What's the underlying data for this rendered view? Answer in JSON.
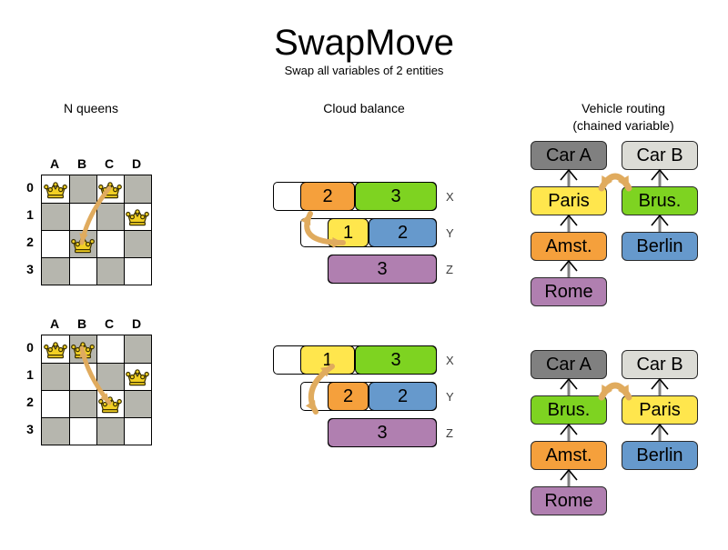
{
  "header": {
    "title": "SwapMove",
    "subtitle": "Swap all variables of 2 entities"
  },
  "columns": {
    "nqueens_heading": "N queens",
    "cloud_heading": "Cloud balance",
    "vrp_heading_line1": "Vehicle routing",
    "vrp_heading_line2": "(chained variable)"
  },
  "colors": {
    "arrow": "#e0ab5e",
    "board_dark": "#b6b6ae",
    "board_light": "#ffffff",
    "queen_fill": "#f2d024",
    "orange": "#f5a03c",
    "green": "#7ed321",
    "yellow": "#ffe64d",
    "blue": "#6699cc",
    "purple": "#b07fb0",
    "car_a": "#808080",
    "car_b": "#dcdcd6"
  },
  "nqueens": {
    "files": [
      "A",
      "B",
      "C",
      "D"
    ],
    "ranks": [
      "0",
      "1",
      "2",
      "3"
    ],
    "before": {
      "queens": [
        {
          "file": "A",
          "rank": "0"
        },
        {
          "file": "C",
          "rank": "0"
        },
        {
          "file": "D",
          "rank": "1"
        },
        {
          "file": "B",
          "rank": "2"
        }
      ],
      "move": {
        "from": "C0",
        "to": "B2",
        "direction": "one-way"
      }
    },
    "after": {
      "queens": [
        {
          "file": "A",
          "rank": "0"
        },
        {
          "file": "B",
          "rank": "0"
        },
        {
          "file": "D",
          "rank": "1"
        },
        {
          "file": "C",
          "rank": "2"
        }
      ],
      "move": {
        "from": "B0",
        "to": "C2",
        "direction": "two-way"
      }
    }
  },
  "cloud": {
    "before": {
      "rows": [
        {
          "label": "X",
          "segments": [
            {
              "value": "2",
              "color": "#f5a03c"
            },
            {
              "value": "3",
              "color": "#7ed321"
            }
          ]
        },
        {
          "label": "Y",
          "segments": [
            {
              "value": "1",
              "color": "#ffe64d"
            },
            {
              "value": "2",
              "color": "#6699cc"
            }
          ]
        },
        {
          "label": "Z",
          "segments": [
            {
              "value": "3",
              "color": "#b07fb0"
            }
          ]
        }
      ]
    },
    "after": {
      "rows": [
        {
          "label": "X",
          "segments": [
            {
              "value": "1",
              "color": "#ffe64d"
            },
            {
              "value": "3",
              "color": "#7ed321"
            }
          ]
        },
        {
          "label": "Y",
          "segments": [
            {
              "value": "2",
              "color": "#f5a03c"
            },
            {
              "value": "2",
              "color": "#6699cc"
            }
          ]
        },
        {
          "label": "Z",
          "segments": [
            {
              "value": "3",
              "color": "#b07fb0"
            }
          ]
        }
      ]
    }
  },
  "vrp": {
    "before": {
      "left_chain": [
        "Car A",
        "Paris",
        "Amst.",
        "Rome"
      ],
      "right_chain": [
        "Car B",
        "Brus.",
        "Berlin"
      ],
      "left_colors": [
        "#808080",
        "#ffe64d",
        "#f5a03c",
        "#b07fb0"
      ],
      "right_colors": [
        "#dcdcd6",
        "#7ed321",
        "#6699cc"
      ],
      "swap_between": [
        "Paris",
        "Brus."
      ]
    },
    "after": {
      "left_chain": [
        "Car A",
        "Brus.",
        "Amst.",
        "Rome"
      ],
      "right_chain": [
        "Car B",
        "Paris",
        "Berlin"
      ],
      "left_colors": [
        "#808080",
        "#7ed321",
        "#f5a03c",
        "#b07fb0"
      ],
      "right_colors": [
        "#dcdcd6",
        "#ffe64d",
        "#6699cc"
      ],
      "swap_between": [
        "Brus.",
        "Paris"
      ]
    }
  }
}
